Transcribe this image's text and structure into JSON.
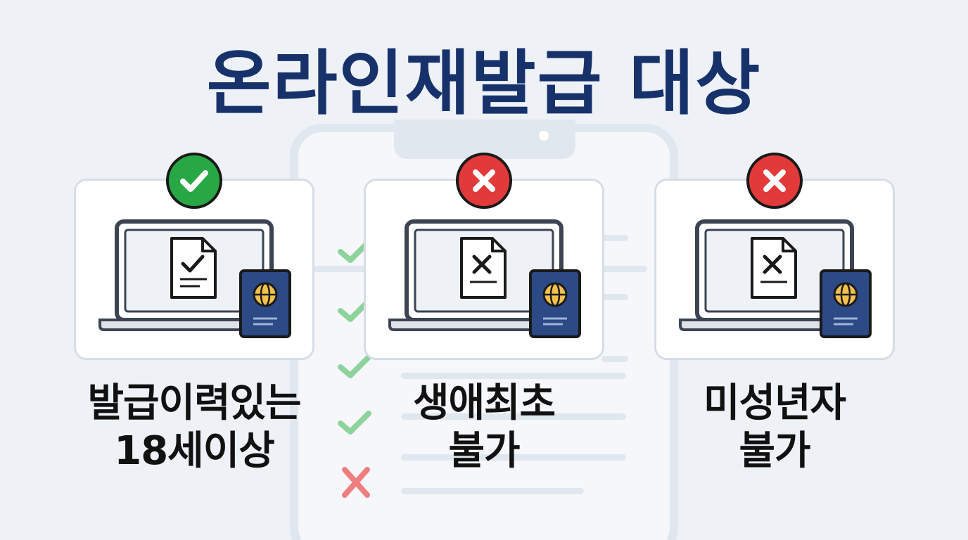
{
  "title": "온라인재발급 대상",
  "colors": {
    "title": "#17326b",
    "allowed": "#27a844",
    "denied": "#e23a3a",
    "passport": "#2b4a86",
    "passport_emblem": "#f2c04b",
    "laptop": "#3c4454"
  },
  "cards": [
    {
      "status": "allowed",
      "status_icon": "check-icon",
      "document_icon": "document-check-icon",
      "label_line1": "발급이력있는",
      "label_line2": "18세이상"
    },
    {
      "status": "denied",
      "status_icon": "x-icon",
      "document_icon": "document-x-icon",
      "label_line1": "생애최초",
      "label_line2": "불가"
    },
    {
      "status": "denied",
      "status_icon": "x-icon",
      "document_icon": "document-x-icon",
      "label_line1": "미성년자",
      "label_line2": "불가"
    }
  ]
}
